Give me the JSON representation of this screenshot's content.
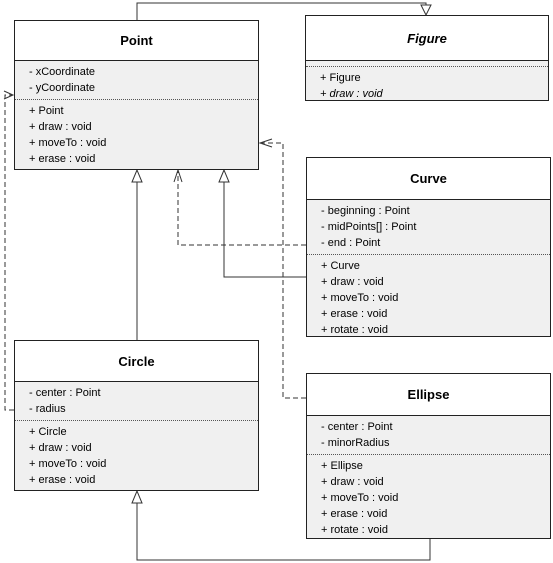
{
  "diagram": {
    "classes": [
      {
        "id": "point",
        "title": "Point",
        "italic_title": false,
        "attributes": [
          "- xCoordinate",
          "- yCoordinate"
        ],
        "operations": [
          {
            "text": "+ Point",
            "italic": false
          },
          {
            "text": "+ draw : void",
            "italic": false
          },
          {
            "text": "+ moveTo : void",
            "italic": false
          },
          {
            "text": "+ erase : void",
            "italic": false
          }
        ]
      },
      {
        "id": "figure",
        "title": "Figure",
        "italic_title": true,
        "attributes": [],
        "operations": [
          {
            "text": "+ Figure",
            "italic": false
          },
          {
            "text": "+ draw : void",
            "italic": true
          }
        ]
      },
      {
        "id": "curve",
        "title": "Curve",
        "italic_title": false,
        "attributes": [
          "- beginning : Point",
          "- midPoints[] : Point",
          "- end : Point"
        ],
        "operations": [
          {
            "text": "+ Curve",
            "italic": false
          },
          {
            "text": "+ draw : void",
            "italic": false
          },
          {
            "text": "+ moveTo : void",
            "italic": false
          },
          {
            "text": "+ erase : void",
            "italic": false
          },
          {
            "text": "+ rotate : void",
            "italic": false
          }
        ]
      },
      {
        "id": "circle",
        "title": "Circle",
        "italic_title": false,
        "attributes": [
          "- center : Point",
          "- radius"
        ],
        "operations": [
          {
            "text": "+ Circle",
            "italic": false
          },
          {
            "text": "+ draw : void",
            "italic": false
          },
          {
            "text": "+ moveTo : void",
            "italic": false
          },
          {
            "text": "+ erase : void",
            "italic": false
          }
        ]
      },
      {
        "id": "ellipse",
        "title": "Ellipse",
        "italic_title": false,
        "attributes": [
          "- center : Point",
          "- minorRadius"
        ],
        "operations": [
          {
            "text": "+ Ellipse",
            "italic": false
          },
          {
            "text": "+ draw : void",
            "italic": false
          },
          {
            "text": "+ moveTo : void",
            "italic": false
          },
          {
            "text": "+ erase : void",
            "italic": false
          },
          {
            "text": "+ rotate : void",
            "italic": false
          }
        ]
      }
    ],
    "relationships": [
      {
        "from": "Point",
        "to": "Figure",
        "kind": "generalization"
      },
      {
        "from": "Circle",
        "to": "Point",
        "kind": "generalization"
      },
      {
        "from": "Curve",
        "to": "Point",
        "kind": "generalization"
      },
      {
        "from": "Ellipse",
        "to": "Circle",
        "kind": "generalization"
      },
      {
        "from": "Circle",
        "to": "Point",
        "kind": "dependency"
      },
      {
        "from": "Curve",
        "to": "Point",
        "kind": "dependency"
      },
      {
        "from": "Ellipse",
        "to": "Point",
        "kind": "dependency"
      }
    ],
    "colors": {
      "border": "#222222",
      "header": "#ffffff",
      "body": "#f0f0f0",
      "line": "#333333"
    }
  }
}
